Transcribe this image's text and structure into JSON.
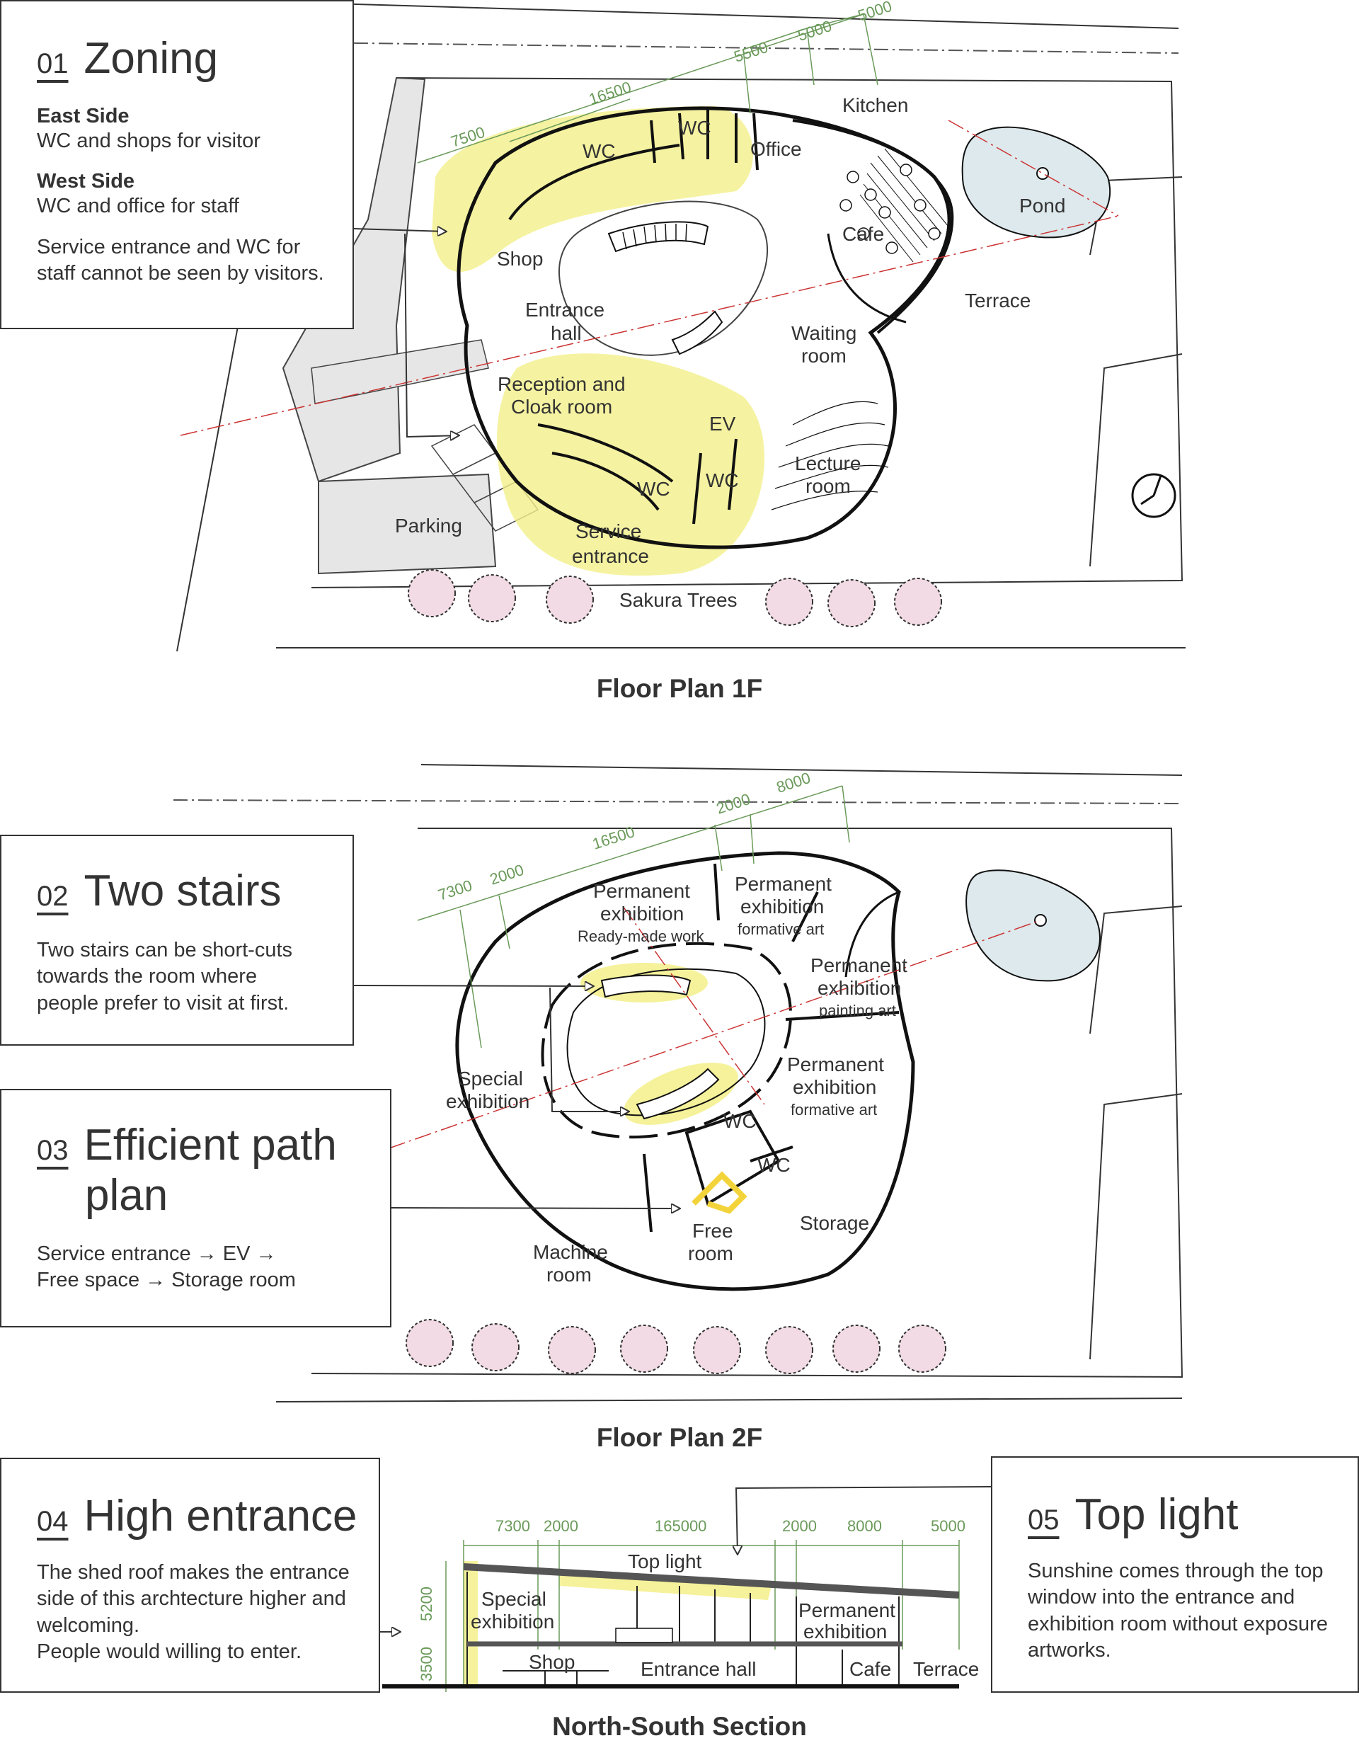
{
  "panels": {
    "p1": {
      "num": "01",
      "title": "Zoning",
      "east_heading": "East Side",
      "east_text": "WC and shops for visitor",
      "west_heading": "West Side",
      "west_text": "WC and office for staff",
      "note": "Service entrance and WC for staff cannot be seen by visitors."
    },
    "p2": {
      "num": "02",
      "title": "Two stairs",
      "text": "Two stairs can be short-cuts towards the room where people prefer to visit at first."
    },
    "p3": {
      "num": "03",
      "title_line1": "Efficient path",
      "title_line2": "plan",
      "text_line1": "Service entrance → EV →",
      "text_line2": "Free space → Storage room"
    },
    "p4": {
      "num": "04",
      "title": "High entrance",
      "text": "The shed roof makes the entrance side of this archtecture higher and welcoming.",
      "text2": "People would willing to enter."
    },
    "p5": {
      "num": "05",
      "title": "Top light",
      "text": "Sunshine comes through the top window into the entrance and exhibition room without exposure artworks."
    }
  },
  "captions": {
    "plan1": "Floor Plan 1F",
    "plan2": "Floor Plan 2F",
    "section": "North-South Section"
  },
  "plan1": {
    "dims": [
      "7500",
      "16500",
      "5500",
      "5000",
      "5000"
    ],
    "labels": {
      "wc1": "WC",
      "wc2": "WC",
      "office": "Office",
      "kitchen": "Kitchen",
      "pond": "Pond",
      "cafe": "Cafe",
      "shop": "Shop",
      "entrance_hall_1": "Entrance",
      "entrance_hall_2": "hall",
      "terrace": "Terrace",
      "waiting_1": "Waiting",
      "waiting_2": "room",
      "reception_1": "Reception and",
      "reception_2": "Cloak room",
      "ev": "EV",
      "lecture_1": "Lecture",
      "lecture_2": "room",
      "wc3": "WC",
      "wc4": "WC",
      "parking": "Parking",
      "service_1": "Service",
      "service_2": "entrance",
      "sakura": "Sakura Trees"
    }
  },
  "plan2": {
    "dims": [
      "7300",
      "2000",
      "16500",
      "2000",
      "8000"
    ],
    "labels": {
      "perm1_1": "Permanent",
      "perm1_2": "exhibition",
      "perm1_3": "Ready-made work",
      "perm2_1": "Permanent",
      "perm2_2": "exhibition",
      "perm2_3": "formative art",
      "perm3_1": "Permanent",
      "perm3_2": "exhibition",
      "perm3_3": "painting art",
      "special_1": "Special",
      "special_2": "exhibition",
      "perm4_1": "Permanent",
      "perm4_2": "exhibition",
      "perm4_3": "formative art",
      "wc1": "WC",
      "wc2": "WC",
      "storage": "Storage",
      "free_1": "Free",
      "free_2": "room",
      "machine_1": "Machine",
      "machine_2": "room"
    }
  },
  "section": {
    "dims": [
      "7300",
      "2000",
      "165000",
      "2000",
      "8000",
      "5000"
    ],
    "heights": [
      "5200",
      "3500"
    ],
    "labels": {
      "top_light": "Top light",
      "special_1": "Special",
      "special_2": "exhibition",
      "perm_1": "Permanent",
      "perm_2": "exhibition",
      "shop": "Shop",
      "entrance": "Entrance hall",
      "cafe": "Cafe",
      "terrace": "Terrace"
    }
  },
  "colors": {
    "highlight": "#f3f08a",
    "dimension": "#6a9a5a",
    "axis": "#cc3333",
    "pond": "#dde9ec",
    "tree": "#f2dbe4",
    "parking": "#e6e6e6",
    "line": "#222222"
  }
}
